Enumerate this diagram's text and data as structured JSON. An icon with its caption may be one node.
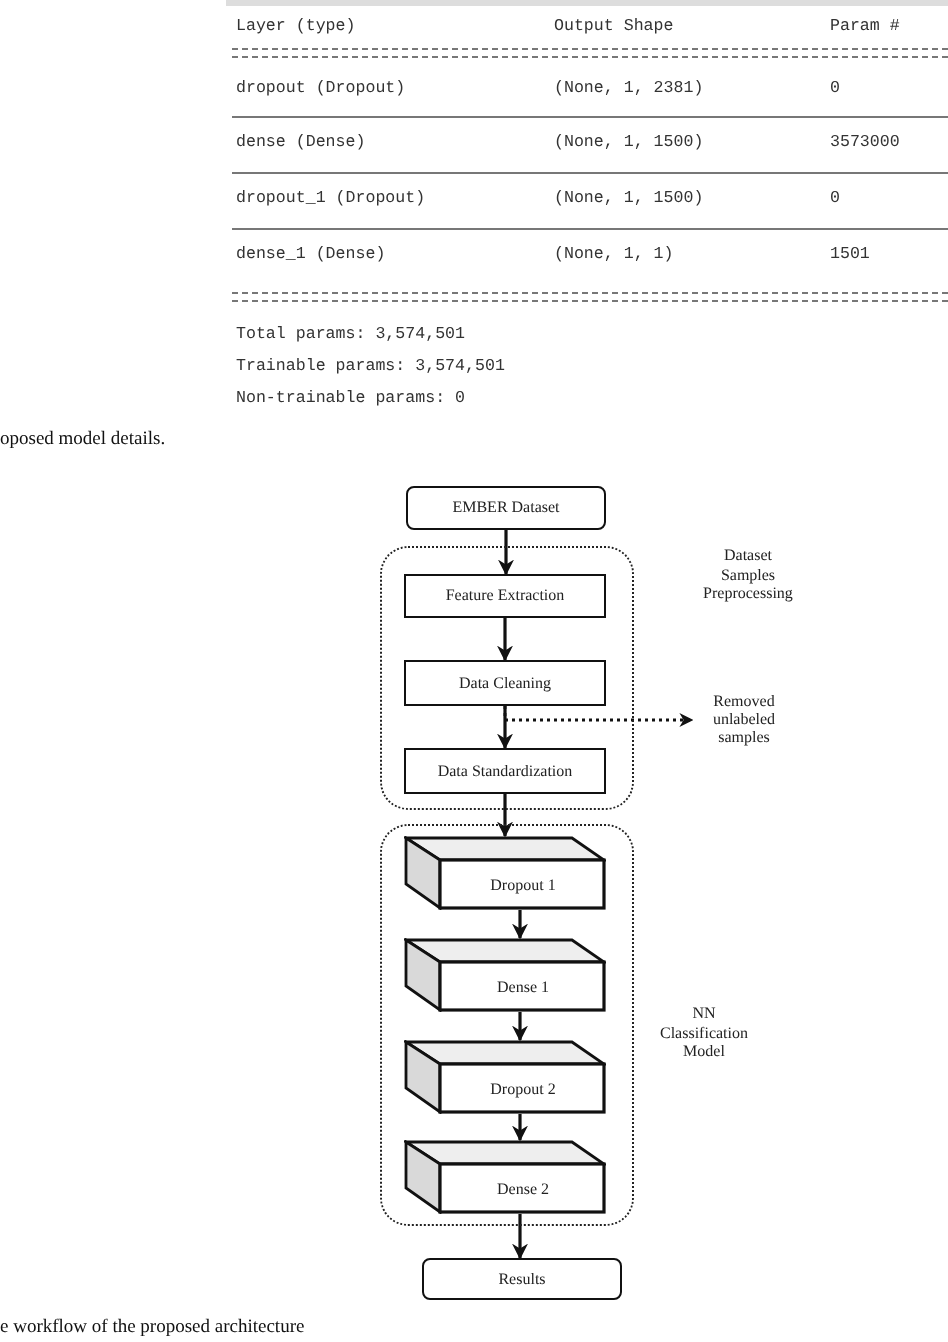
{
  "diagram": {
    "nodes": [
      {
        "text": [
          "EMBER Dataset"
        ]
      },
      {
        "text": [
          "Dataset Samples Preprocessing"
        ]
      },
      {
        "text": [
          "Feature Extraction"
        ],
        "in": 1
      },
      {
        "text": [
          "Data Cleaning"
        ],
        "in": 1
      },
      {
        "text": [
          "Data Standardization"
        ],
        "in": 1
      },
      {
        "text": [
          "Removed unlabeled samples"
        ]
      },
      {
        "text": [
          "NN Classification Model"
        ]
      },
      {
        "text": [
          "Dropout 1"
        ],
        "in": 6
      },
      {
        "text": [
          "Dense 1"
        ],
        "in": 6
      },
      {
        "text": [
          "Dropout 2"
        ],
        "in": 6
      },
      {
        "text": [
          "Dense 2"
        ],
        "in": 6
      },
      {
        "text": [
          "Results"
        ]
      }
    ],
    "edges": [
      {
        "from": 0,
        "to": 2,
        "arrow": "to"
      },
      {
        "from": 2,
        "to": 3,
        "arrow": "to"
      },
      {
        "from": 3,
        "to": 4,
        "arrow": "to"
      },
      {
        "from": 3,
        "to": 5,
        "arrow": "to",
        "style": "dashed"
      },
      {
        "from": 4,
        "to": 7,
        "arrow": "to"
      },
      {
        "from": 7,
        "to": 8,
        "arrow": "to"
      },
      {
        "from": 8,
        "to": 9,
        "arrow": "to"
      },
      {
        "from": 9,
        "to": 10,
        "arrow": "to"
      },
      {
        "from": 10,
        "to": 11,
        "arrow": "to"
      }
    ],
    "labels": [
      "Layer (type)",
      "Output Shape",
      "Param #",
      "dropout (Dropout)",
      "(None, 1, 2381)",
      "0",
      "dense (Dense)",
      "(None, 1, 1500)",
      "3573000",
      "dropout_1 (Dropout)",
      "(None, 1, 1500)",
      "0",
      "dense_1 (Dense)",
      "(None, 1, 1)",
      "1501",
      "Total params: 3,574,501",
      "Trainable params: 3,574,501",
      "Non-trainable params: 0",
      "oposed model details.",
      "e workflow of the proposed architecture"
    ]
  }
}
